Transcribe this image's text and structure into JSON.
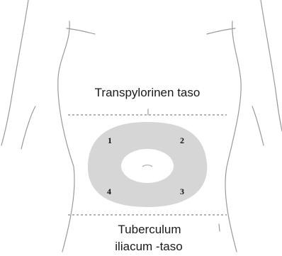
{
  "labels": {
    "upper_plane": "Transpylorinen taso",
    "lower_plane_line1": "Tuberculum",
    "lower_plane_line2": "iliacum -taso"
  },
  "quadrant_numbers": [
    "1",
    "2",
    "3",
    "4"
  ],
  "colors": {
    "torso_outline": "#9a9a9a",
    "abdomen_area": "#d6d6d6",
    "navel_area": "#ffffff",
    "text": "#1a1a1a"
  }
}
